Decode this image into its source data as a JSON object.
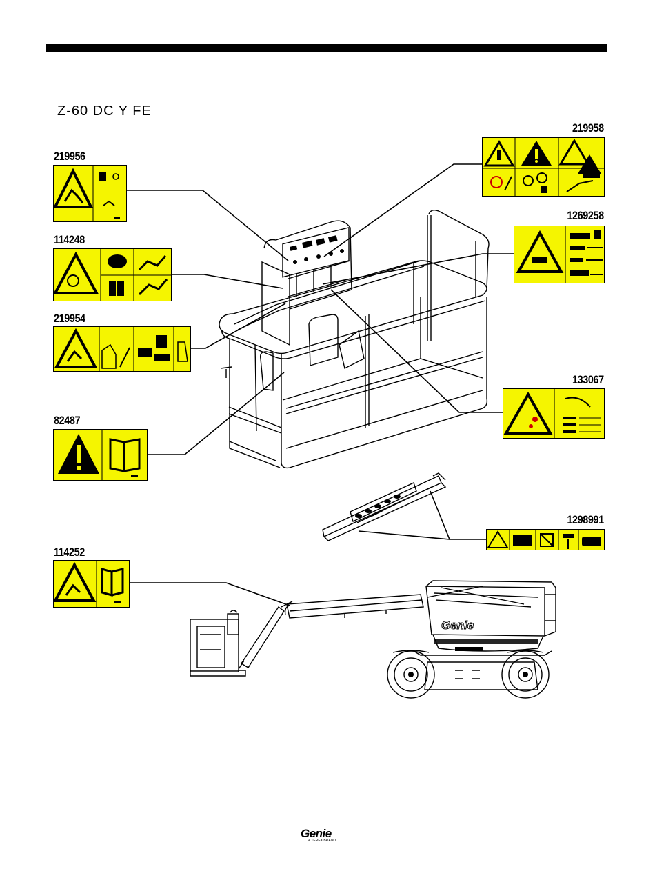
{
  "document": {
    "subtitle": "Z-60 DC Y FE",
    "footer_brand": "Genie",
    "footer_tagline": "A TEREX BRAND",
    "machine_brand": "Genie"
  },
  "decals": {
    "d219958": "219958",
    "d219956": "219956",
    "d1269258": "1269258",
    "d114248": "114248",
    "d219954": "219954",
    "d133067": "133067",
    "d82487": "82487",
    "d1298991": "1298991",
    "d114252": "114252"
  },
  "colors": {
    "decal_yellow": "#f5f500",
    "ink": "#000000"
  }
}
